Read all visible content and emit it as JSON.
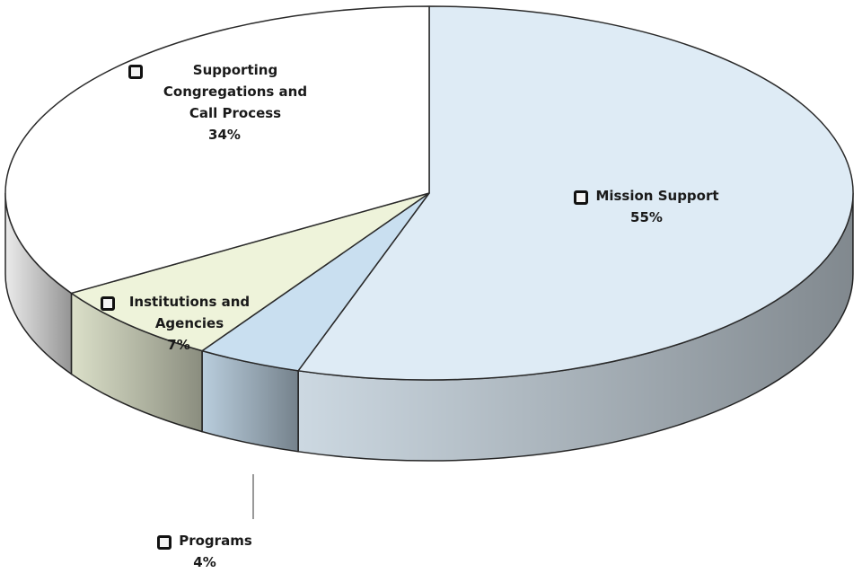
{
  "chart_data": {
    "type": "pie",
    "title": "",
    "three_d": true,
    "legend_placement": "data labels",
    "slices": [
      {
        "label": "Mission Support",
        "value": 55,
        "display": "55%",
        "color": "#deebf5"
      },
      {
        "label": "Programs",
        "value": 4,
        "display": "4%",
        "color": "#c9dff0"
      },
      {
        "label": "Institutions and Agencies",
        "value": 7,
        "display": "7%",
        "color": "#eef3da"
      },
      {
        "label": "Supporting Congregations and Call Process",
        "value": 34,
        "display": "34%",
        "color": "#ffffff"
      }
    ]
  }
}
